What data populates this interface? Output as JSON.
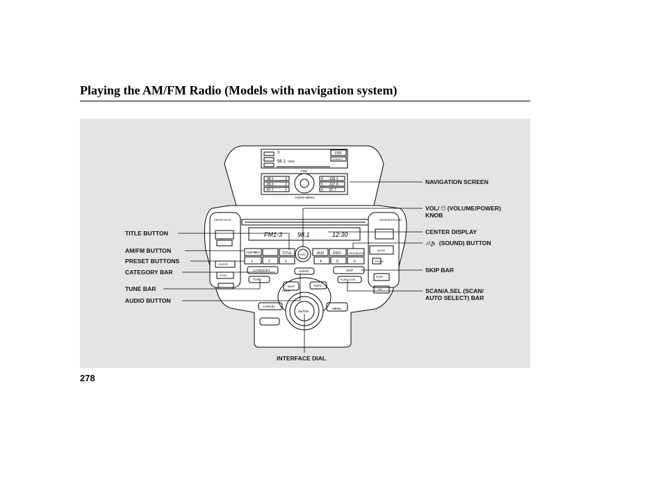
{
  "page": {
    "title": "Playing the AM/FM Radio (Models with navigation system)",
    "page_number": "278"
  },
  "callouts": {
    "title_button": "TITLE BUTTON",
    "amfm_button": "AM/FM BUTTON",
    "preset_buttons": "PRESET BUTTONS",
    "category_bar": "CATEGORY BAR",
    "tune_bar": "TUNE BAR",
    "audio_button": "AUDIO BUTTON",
    "navigation_screen": "NAVIGATION SCREEN",
    "vol_prefix": "VOL/",
    "vol_power_icon": "⏻",
    "vol_suffix": "(VOLUME/POWER)",
    "vol_line2": "KNOB",
    "center_display": "CENTER DISPLAY",
    "sound_icon": "♪/🔈",
    "sound_button": "(SOUND) BUTTON",
    "skip_bar": "SKIP BAR",
    "scan_line1": "SCAN/A.SEL (SCAN/",
    "scan_line2": "AUTO SELECT) BAR",
    "interface_dial": "INTERFACE DIAL"
  },
  "nav_screen": {
    "band_indicator": "FM1",
    "preset_number": "3",
    "current_frequency": "98.1",
    "frequency_unit": "MHz",
    "stereo_label": "STEREO",
    "left_presets": [
      "98.1",
      "89.9",
      "87.7"
    ],
    "left_preset_numbers": [
      "3",
      "2",
      "1"
    ],
    "right_presets": [
      "106.1",
      "107.9",
      "87.7"
    ],
    "right_preset_numbers": [
      "4",
      "5",
      "6"
    ],
    "top_label": "FM2",
    "bottom_label": "AUDIO MENU"
  },
  "center_display": {
    "band": "FM1-3",
    "freq": "98.1",
    "clock": "12:30"
  },
  "panel": {
    "info_button": "INFO",
    "driver_auto": "DRIVER AUTO",
    "passenger_auto": "PASSENGER AUTO",
    "on_off": "ON/OFF",
    "sync": "SYNC",
    "mode": "MODE",
    "front": "FRONT",
    "rear": "REAR",
    "ac": "A/C",
    "amfm": "AM/FM",
    "xm": "XM",
    "title": "TITLE",
    "vol": "VOL",
    "aux": "AUX",
    "disc": "DISC",
    "hdd_music": "HDD/MUSIC",
    "preset_numbers": [
      "1",
      "2",
      "3",
      "4",
      "5",
      "6"
    ],
    "category": "CATEGORY",
    "tune": "TUNE",
    "skip": "SKIP",
    "scan_asel": "SCAN A.SEL",
    "audio": "AUDIO",
    "map": "MAP",
    "guide": "GUIDE",
    "info": "INFO",
    "cancel": "CANCEL",
    "menu": "MENU",
    "enter": "ENTER"
  },
  "colors": {
    "panel_bg": "#e4e4e4",
    "line": "#000000"
  }
}
